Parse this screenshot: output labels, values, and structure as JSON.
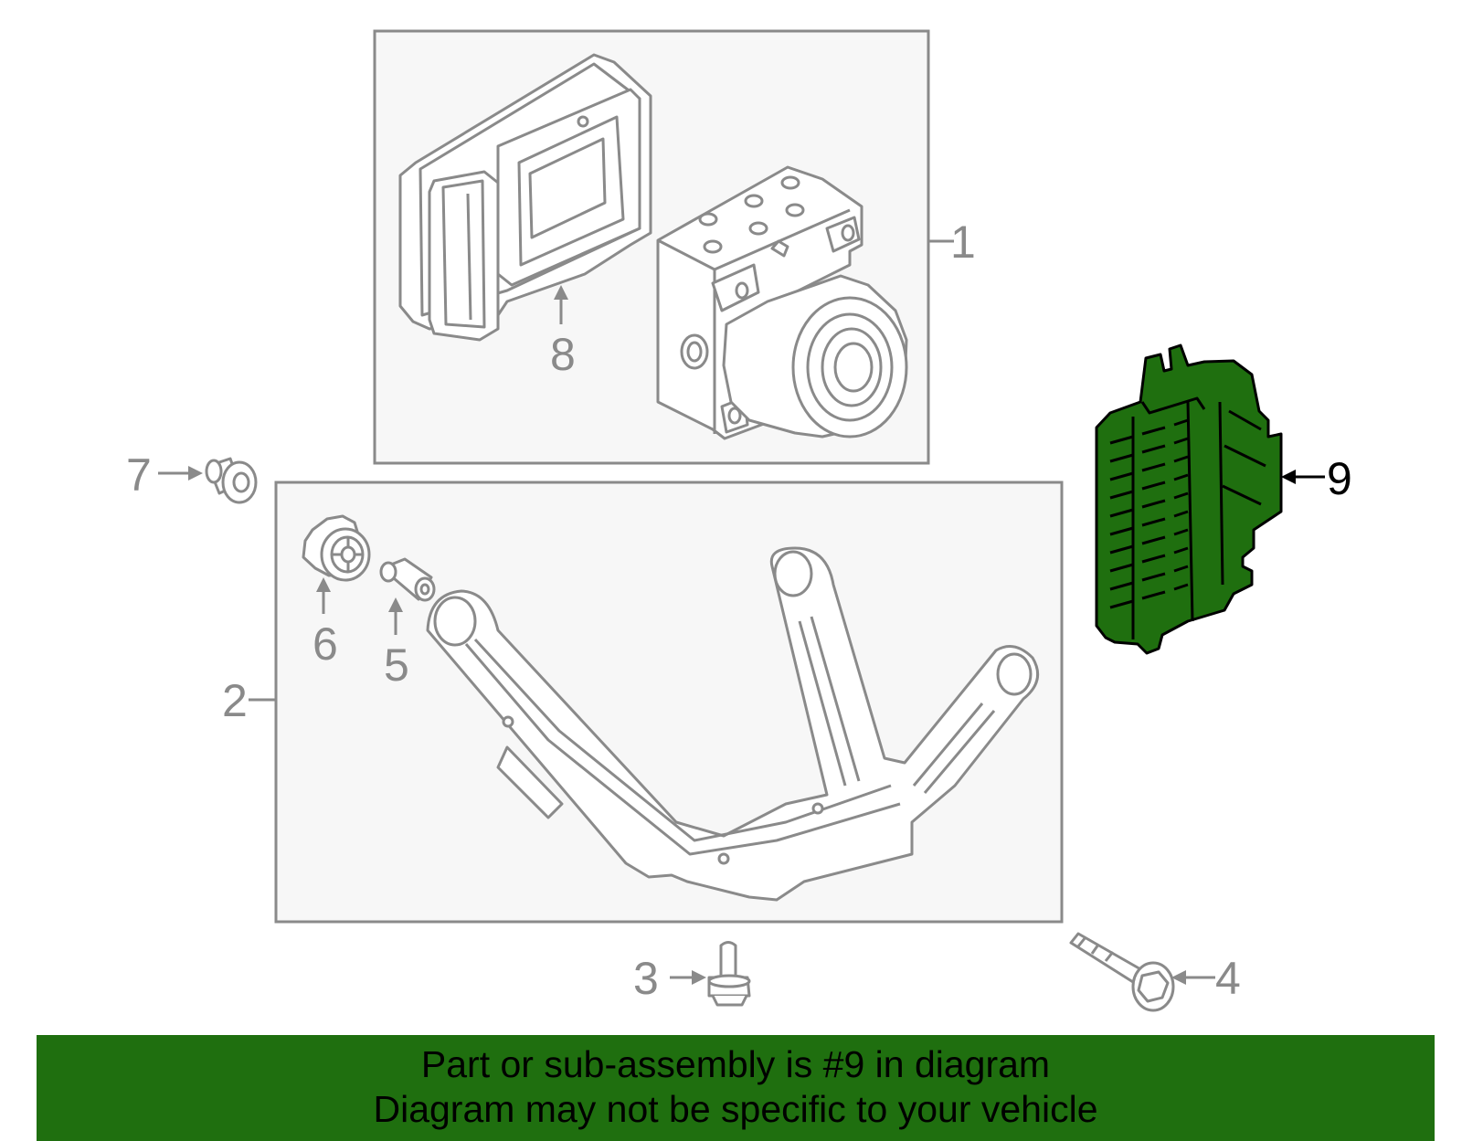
{
  "diagram": {
    "callouts": {
      "c1": "1",
      "c2": "2",
      "c3": "3",
      "c4": "4",
      "c5": "5",
      "c6": "6",
      "c7": "7",
      "c8": "8",
      "c9": "9"
    },
    "line_color": "#8a8a8a",
    "box_fill": "#f7f7f7",
    "highlight_part": "9",
    "highlight_color": "#1f6f0f"
  },
  "banner": {
    "line1": "Part or sub-assembly is #9 in diagram",
    "line2": "Diagram may not be specific to your vehicle",
    "color": "#1f6f0f"
  }
}
